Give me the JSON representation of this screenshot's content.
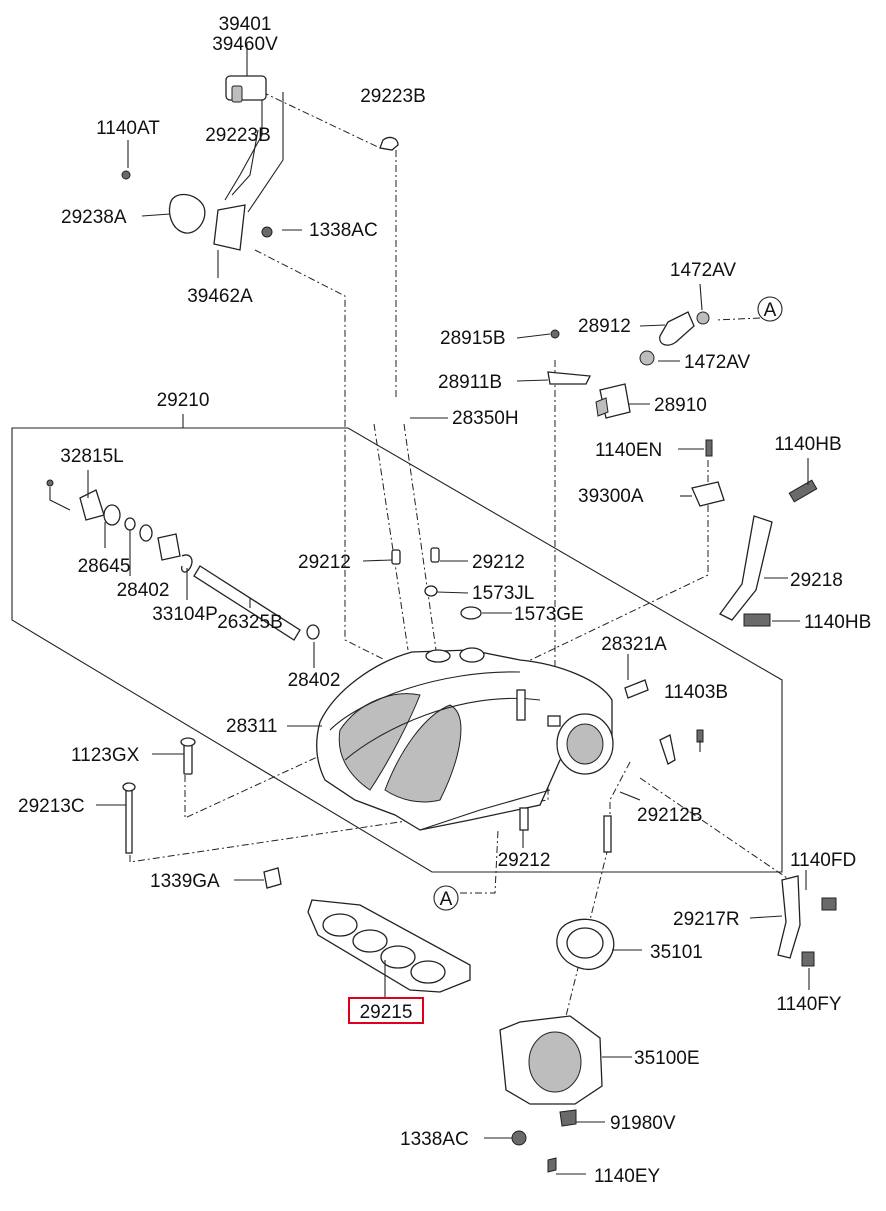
{
  "labels": {
    "p39401": "39401",
    "p39460V": "39460V",
    "p29223B_top": "29223B",
    "p1140AT": "1140AT",
    "p29223B_mid": "29223B",
    "p29238A": "29238A",
    "p1338AC_top": "1338AC",
    "p39462A": "39462A",
    "p1472AV_top": "1472AV",
    "p28912": "28912",
    "p28915B": "28915B",
    "p1472AV_mid": "1472AV",
    "p28911B": "28911B",
    "p28910": "28910",
    "p29210": "29210",
    "p28350H": "28350H",
    "p1140EN": "1140EN",
    "p1140HB_top": "1140HB",
    "p32815L": "32815L",
    "p39300A": "39300A",
    "p28645": "28645",
    "p28402_a": "28402",
    "p29212_l": "29212",
    "p29212_r": "29212",
    "p29218": "29218",
    "p33104P": "33104P",
    "p1573JL": "1573JL",
    "p1573GE": "1573GE",
    "p1140HB_bot": "1140HB",
    "p26325B": "26325B",
    "p28321A": "28321A",
    "p28402_b": "28402",
    "p11403B": "11403B",
    "p28311": "28311",
    "p1123GX": "1123GX",
    "p29213C": "29213C",
    "p29212B": "29212B",
    "p29212_bot": "29212",
    "p1140FD": "1140FD",
    "p1339GA": "1339GA",
    "p29217R": "29217R",
    "p35101": "35101",
    "p29215": "29215",
    "p1140FY": "1140FY",
    "p35100E": "35100E",
    "p1338AC_bot": "1338AC",
    "p91980V": "91980V",
    "p1140EY": "1140EY",
    "callout_a1": "A",
    "callout_a2": "A"
  },
  "highlight": {
    "part": "29215",
    "color": "#e0001b"
  }
}
